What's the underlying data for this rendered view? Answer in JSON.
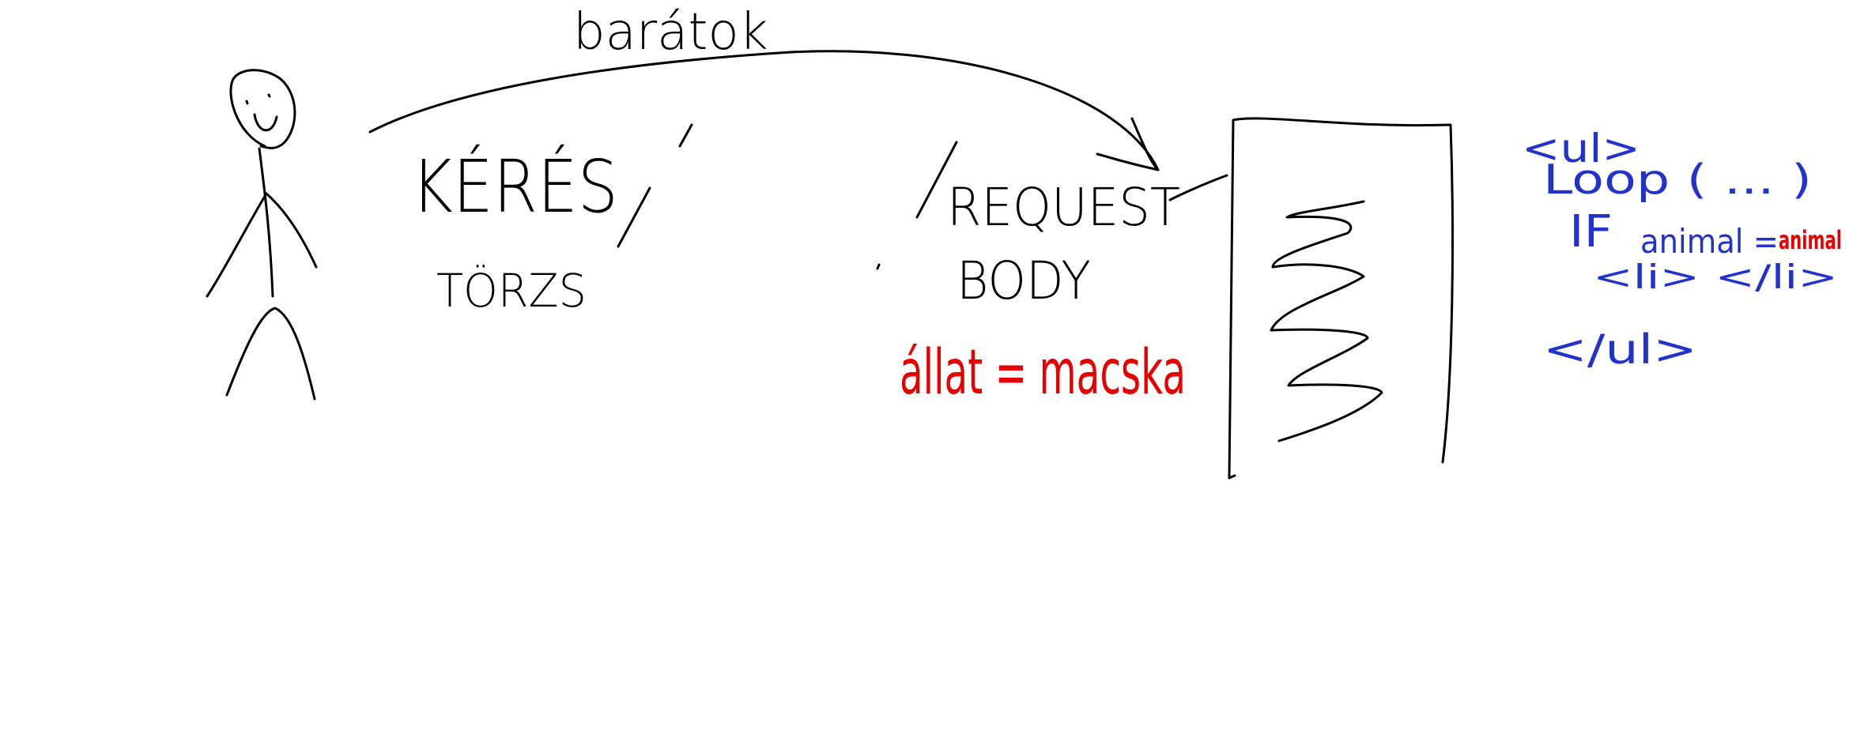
{
  "diagram": {
    "colors": {
      "ink": "#000000",
      "red": "#e60000",
      "blue": "#2233cc",
      "background": "#ffffff"
    },
    "labels": {
      "arc_label": "barátok",
      "request_hu": "KÉRÉS",
      "body_hu": "TÖRZS",
      "request_en": "REQUEST",
      "body_en": "BODY",
      "body_example": "állat = macska"
    },
    "code": {
      "ul_open": "<ul>",
      "loop": "Loop ( ... )",
      "if_line": "IF",
      "condition": "animal =",
      "condition_value": "animal",
      "li_line": "<li>    </li>",
      "ul_close": "</ul>"
    },
    "icons": {
      "person": "stick-figure-icon",
      "server": "server-icon",
      "arrow": "curved-arrow-icon"
    }
  }
}
